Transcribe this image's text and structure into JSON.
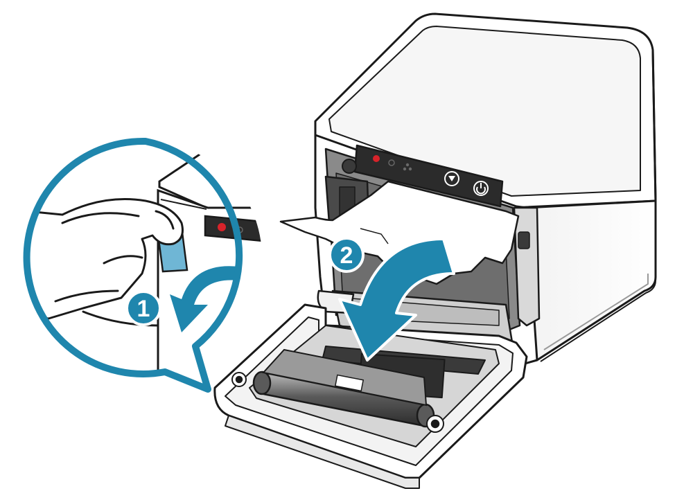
{
  "steps": [
    {
      "number": "1",
      "action": "open-cover-lever"
    },
    {
      "number": "2",
      "action": "swing-cover-down"
    }
  ],
  "colors": {
    "accent": "#1f86ad",
    "outline": "#1a1a1a",
    "body": "#ffffff",
    "panel": "#2b2b2b",
    "status_red": "#d8232a",
    "shadow": "#dcdcdc"
  },
  "icons": [
    "feed-icon",
    "power-icon",
    "error-led-icon",
    "network-led-icon"
  ]
}
